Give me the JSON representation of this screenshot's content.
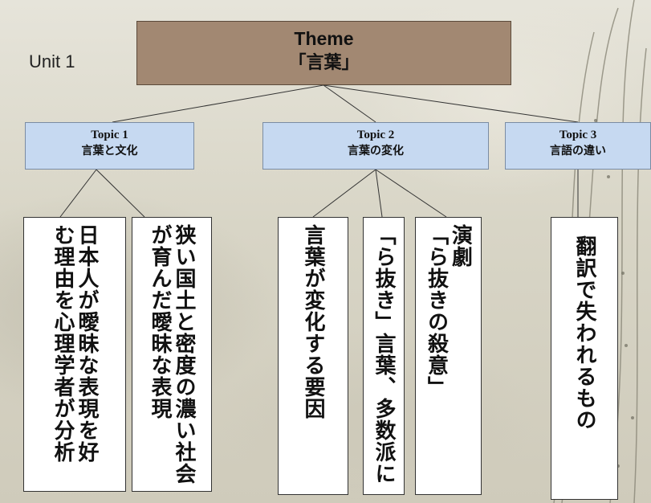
{
  "unit_label": "Unit 1",
  "theme": {
    "title": "Theme",
    "subtitle": "「言葉」"
  },
  "topics": [
    {
      "label": "Topic 1",
      "name": "言葉と文化"
    },
    {
      "label": "Topic 2",
      "name": "言葉の変化"
    },
    {
      "label": "Topic 3",
      "name": "言語の違い"
    }
  ],
  "cards": [
    {
      "lines": [
        "日本人が曖昧な表現を好",
        "む理由を心理学者が分析"
      ]
    },
    {
      "lines": [
        "狭い国土と密度の濃い社会",
        "が育んだ曖昧な表現"
      ]
    },
    {
      "lines": [
        "言葉が変化する要因"
      ]
    },
    {
      "lines": [
        "「ら抜き」言葉、多数派に"
      ]
    },
    {
      "lines": [
        "演劇",
        "「ら抜きの殺意」"
      ]
    },
    {
      "lines": [
        "翻訳で失われるもの"
      ]
    }
  ],
  "colors": {
    "theme_fill": "#a28872",
    "topic_fill": "#c6d9f1",
    "card_fill": "#ffffff"
  }
}
